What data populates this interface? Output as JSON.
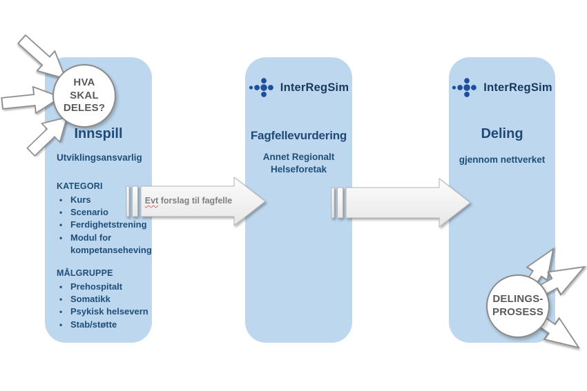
{
  "colors": {
    "column_bg": "#BDD7EE",
    "heading_text": "#1F4977",
    "body_text": "#1F4E79",
    "logo_text": "#17375D",
    "logo_dots": "#1D4F9C",
    "bubble_text": "#595959",
    "arrow_label_text": "#7F7F7F",
    "arrow_fill_light": "#FCFCFC",
    "arrow_fill_dark": "#E7E7E7"
  },
  "bubbles": {
    "what_to_share": {
      "lines": [
        "HVA",
        "SKAL",
        "DELES?"
      ]
    },
    "sharing_process": {
      "lines": [
        "DELINGS-",
        "PROSESS"
      ]
    }
  },
  "columns": {
    "innspill": {
      "title": "Innspill",
      "subtitle": "Utviklingsansvarlig",
      "kategori": {
        "heading": "KATEGORI",
        "items": [
          "Kurs",
          "Scenario",
          "Ferdighetstrening",
          "Modul for kompetanseheving"
        ]
      },
      "malgruppe": {
        "heading": "MÅLGRUPPE",
        "items": [
          "Prehospitalt",
          "Somatikk",
          "Psykisk helsevern",
          "Stab/støtte"
        ]
      }
    },
    "fagfellevurdering": {
      "logo": "InterRegSim",
      "title": "Fagfellevurdering",
      "subtitle": "Annet Regionalt Helseforetak"
    },
    "deling": {
      "logo": "InterRegSim",
      "title": "Deling",
      "subtitle": "gjennom nettverket"
    }
  },
  "flow_arrows": {
    "to_fagfelle": {
      "label_first_word": "Evt",
      "label_rest": "forslag til fagfelle"
    }
  }
}
